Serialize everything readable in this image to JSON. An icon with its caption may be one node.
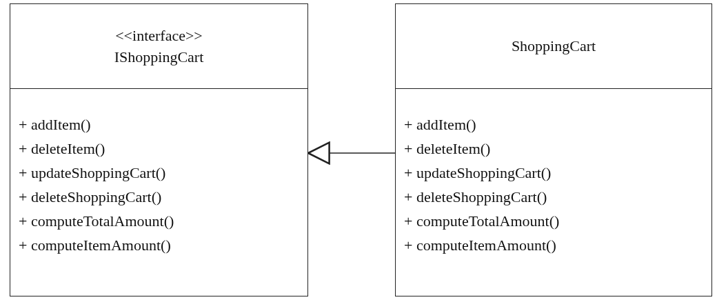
{
  "diagram": {
    "nodes": [
      {
        "text": [
          "<<interface>>",
          "IShoppingCart",
          "+ addItem()",
          "+ deleteItem()",
          "+ updateShoppingCart()",
          "+ deleteShoppingCart()",
          "+ computeTotalAmount()",
          "+ computeItemAmount()"
        ]
      },
      {
        "text": [
          "ShoppingCart",
          "+ addItem()",
          "+ deleteItem()",
          "+ updateShoppingCart()",
          "+ deleteShoppingCart()",
          "+ computeTotalAmount()",
          "+ computeItemAmount()"
        ]
      }
    ],
    "edges": [
      {
        "from": 1,
        "to": 0,
        "arrow": "to"
      }
    ]
  }
}
